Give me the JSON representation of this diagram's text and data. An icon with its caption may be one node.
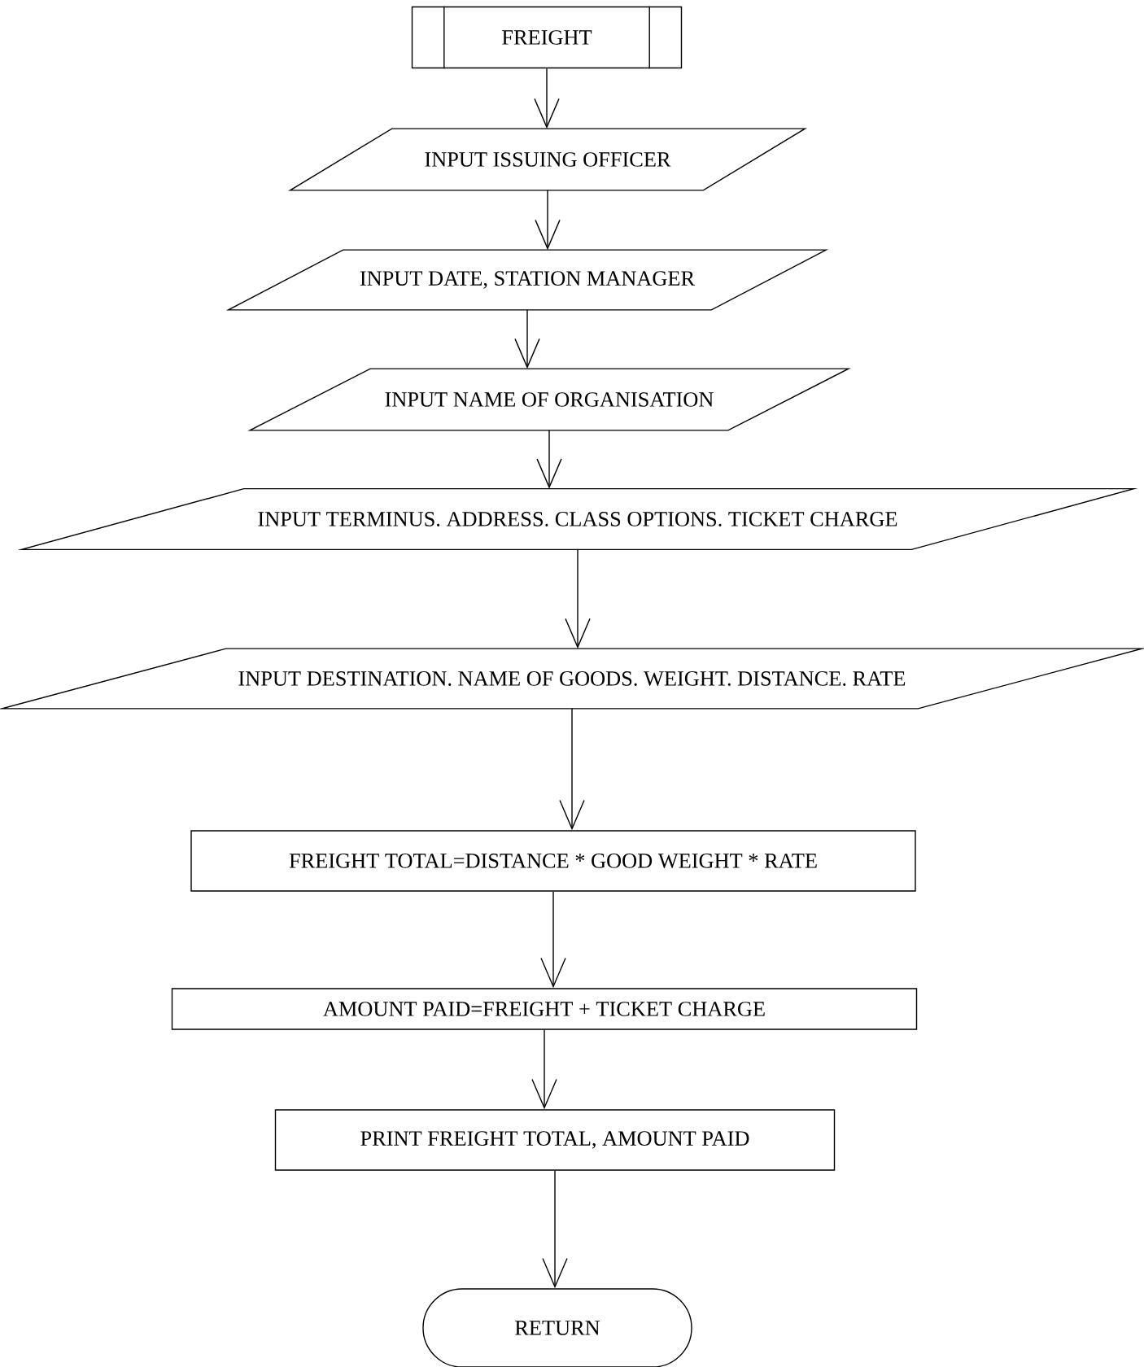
{
  "diagram": {
    "nodes": [
      {
        "text": [
          "FREIGHT"
        ]
      },
      {
        "text": [
          "INPUT ISSUING OFFICER"
        ]
      },
      {
        "text": [
          "INPUT DATE, STATION MANAGER"
        ]
      },
      {
        "text": [
          "INPUT NAME OF ORGANISATION"
        ]
      },
      {
        "text": [
          "INPUT TERMINUS. ADDRESS. CLASS OPTIONS. TICKET CHARGE"
        ]
      },
      {
        "text": [
          "INPUT DESTINATION. NAME OF GOODS. WEIGHT. DISTANCE. RATE"
        ]
      },
      {
        "text": [
          "FREIGHT TOTAL=DISTANCE * GOOD WEIGHT * RATE"
        ]
      },
      {
        "text": [
          "AMOUNT PAID=FREIGHT + TICKET CHARGE"
        ]
      },
      {
        "text": [
          "PRINT FREIGHT TOTAL, AMOUNT PAID"
        ]
      },
      {
        "text": [
          "RETURN"
        ]
      }
    ],
    "edges": [
      {
        "from": 0,
        "to": 1,
        "arrow": "to"
      },
      {
        "from": 1,
        "to": 2,
        "arrow": "to"
      },
      {
        "from": 2,
        "to": 3,
        "arrow": "to"
      },
      {
        "from": 3,
        "to": 4,
        "arrow": "to"
      },
      {
        "from": 4,
        "to": 5,
        "arrow": "to"
      },
      {
        "from": 5,
        "to": 6,
        "arrow": "to"
      },
      {
        "from": 6,
        "to": 7,
        "arrow": "to"
      },
      {
        "from": 7,
        "to": 8,
        "arrow": "to"
      },
      {
        "from": 8,
        "to": 9,
        "arrow": "to"
      }
    ]
  }
}
